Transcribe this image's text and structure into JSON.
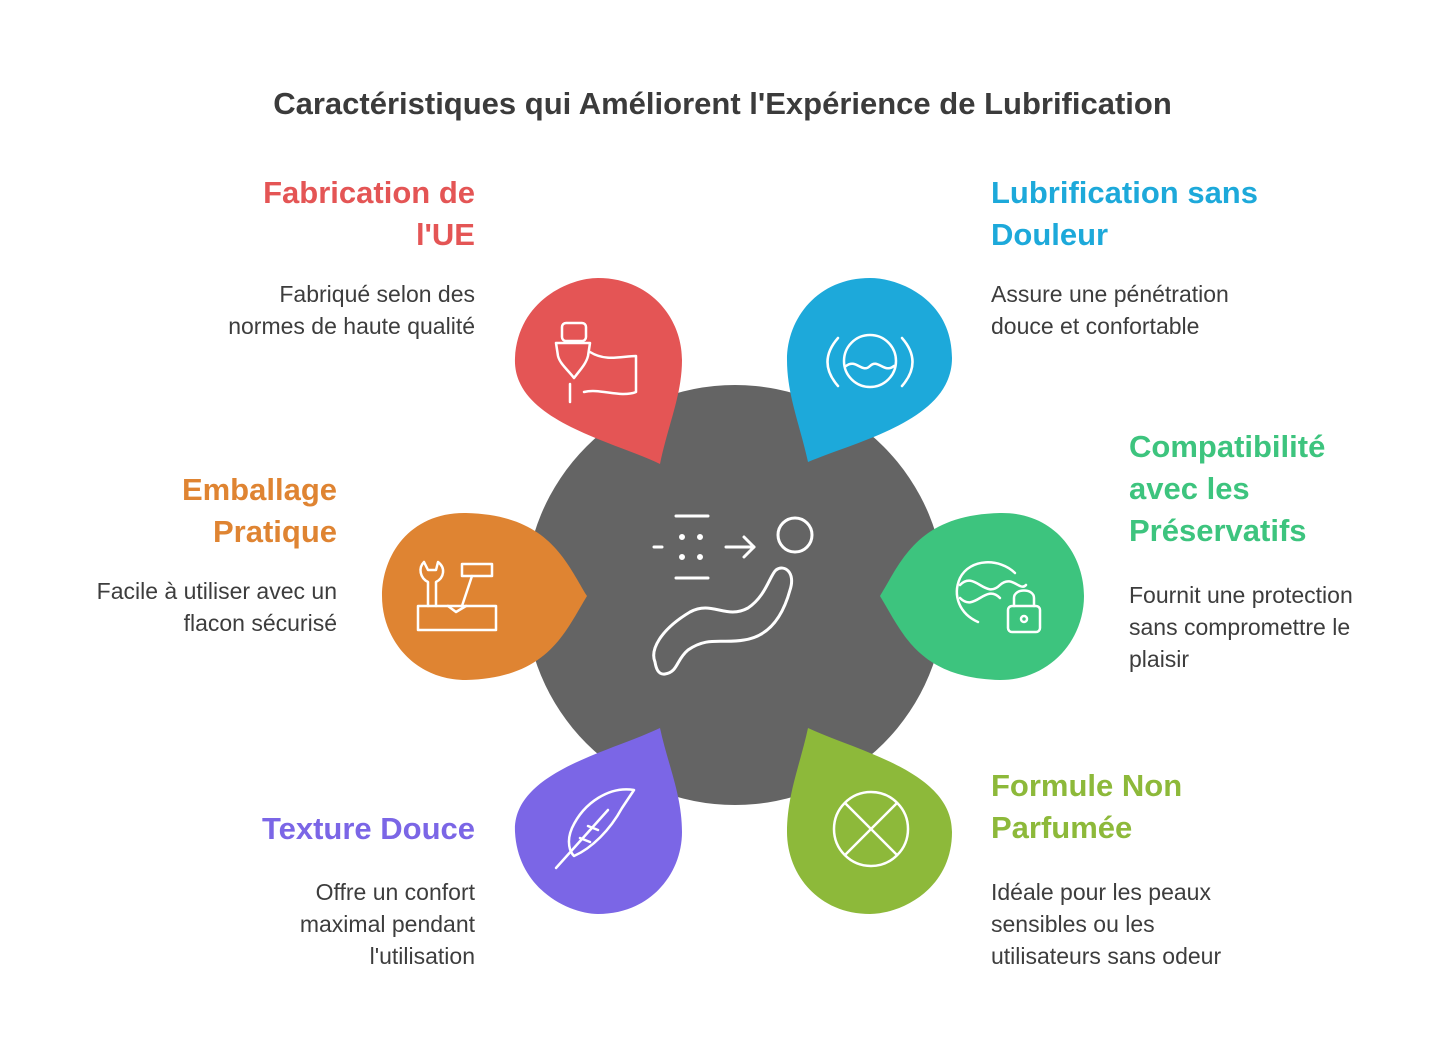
{
  "title": "Caractéristiques qui Améliorent l'Expérience de Lubrification",
  "colors": {
    "hub": "#646464",
    "red": "#E45555",
    "blue": "#1DA9DA",
    "green": "#3DC47E",
    "orange": "#DF8432",
    "purple": "#7B66E6",
    "olive": "#8DB93A",
    "icon_stroke": "#ffffff"
  },
  "center": {
    "icon": "person-reclining-with-flow-icon"
  },
  "features": [
    {
      "heading_line1": "Fabrication de",
      "heading_line2": "l'UE",
      "desc_line1": "Fabriqué selon des",
      "desc_line2": "normes de haute qualité",
      "color": "#E45555",
      "icon": "hand-holding-flag-icon"
    },
    {
      "heading_line1": "Lubrification sans",
      "heading_line2": "Douleur",
      "desc_line1": "Assure une pénétration",
      "desc_line2": "douce et confortable",
      "color": "#1DA9DA",
      "icon": "liquid-circle-icon"
    },
    {
      "heading_line1": "Emballage",
      "heading_line2": "Pratique",
      "desc_line1": "Facile à utiliser avec un",
      "desc_line2": "flacon sécurisé",
      "color": "#DF8432",
      "icon": "toolbox-icon"
    },
    {
      "heading_line1": "Compatibilité",
      "heading_line2": "avec les",
      "heading_line3": "Préservatifs",
      "desc_line1": "Fournit une protection",
      "desc_line2": "sans compromettre le",
      "desc_line3": "plaisir",
      "color": "#3DC47E",
      "icon": "dna-lock-icon"
    },
    {
      "heading_line1": "Texture Douce",
      "desc_line1": "Offre un confort",
      "desc_line2": "maximal pendant",
      "desc_line3": "l'utilisation",
      "color": "#7B66E6",
      "icon": "feather-icon"
    },
    {
      "heading_line1": "Formule Non",
      "heading_line2": "Parfumée",
      "desc_line1": "Idéale pour les peaux",
      "desc_line2": "sensibles ou les",
      "desc_line3": "utilisateurs sans odeur",
      "color": "#8DB93A",
      "icon": "circle-x-icon"
    }
  ]
}
